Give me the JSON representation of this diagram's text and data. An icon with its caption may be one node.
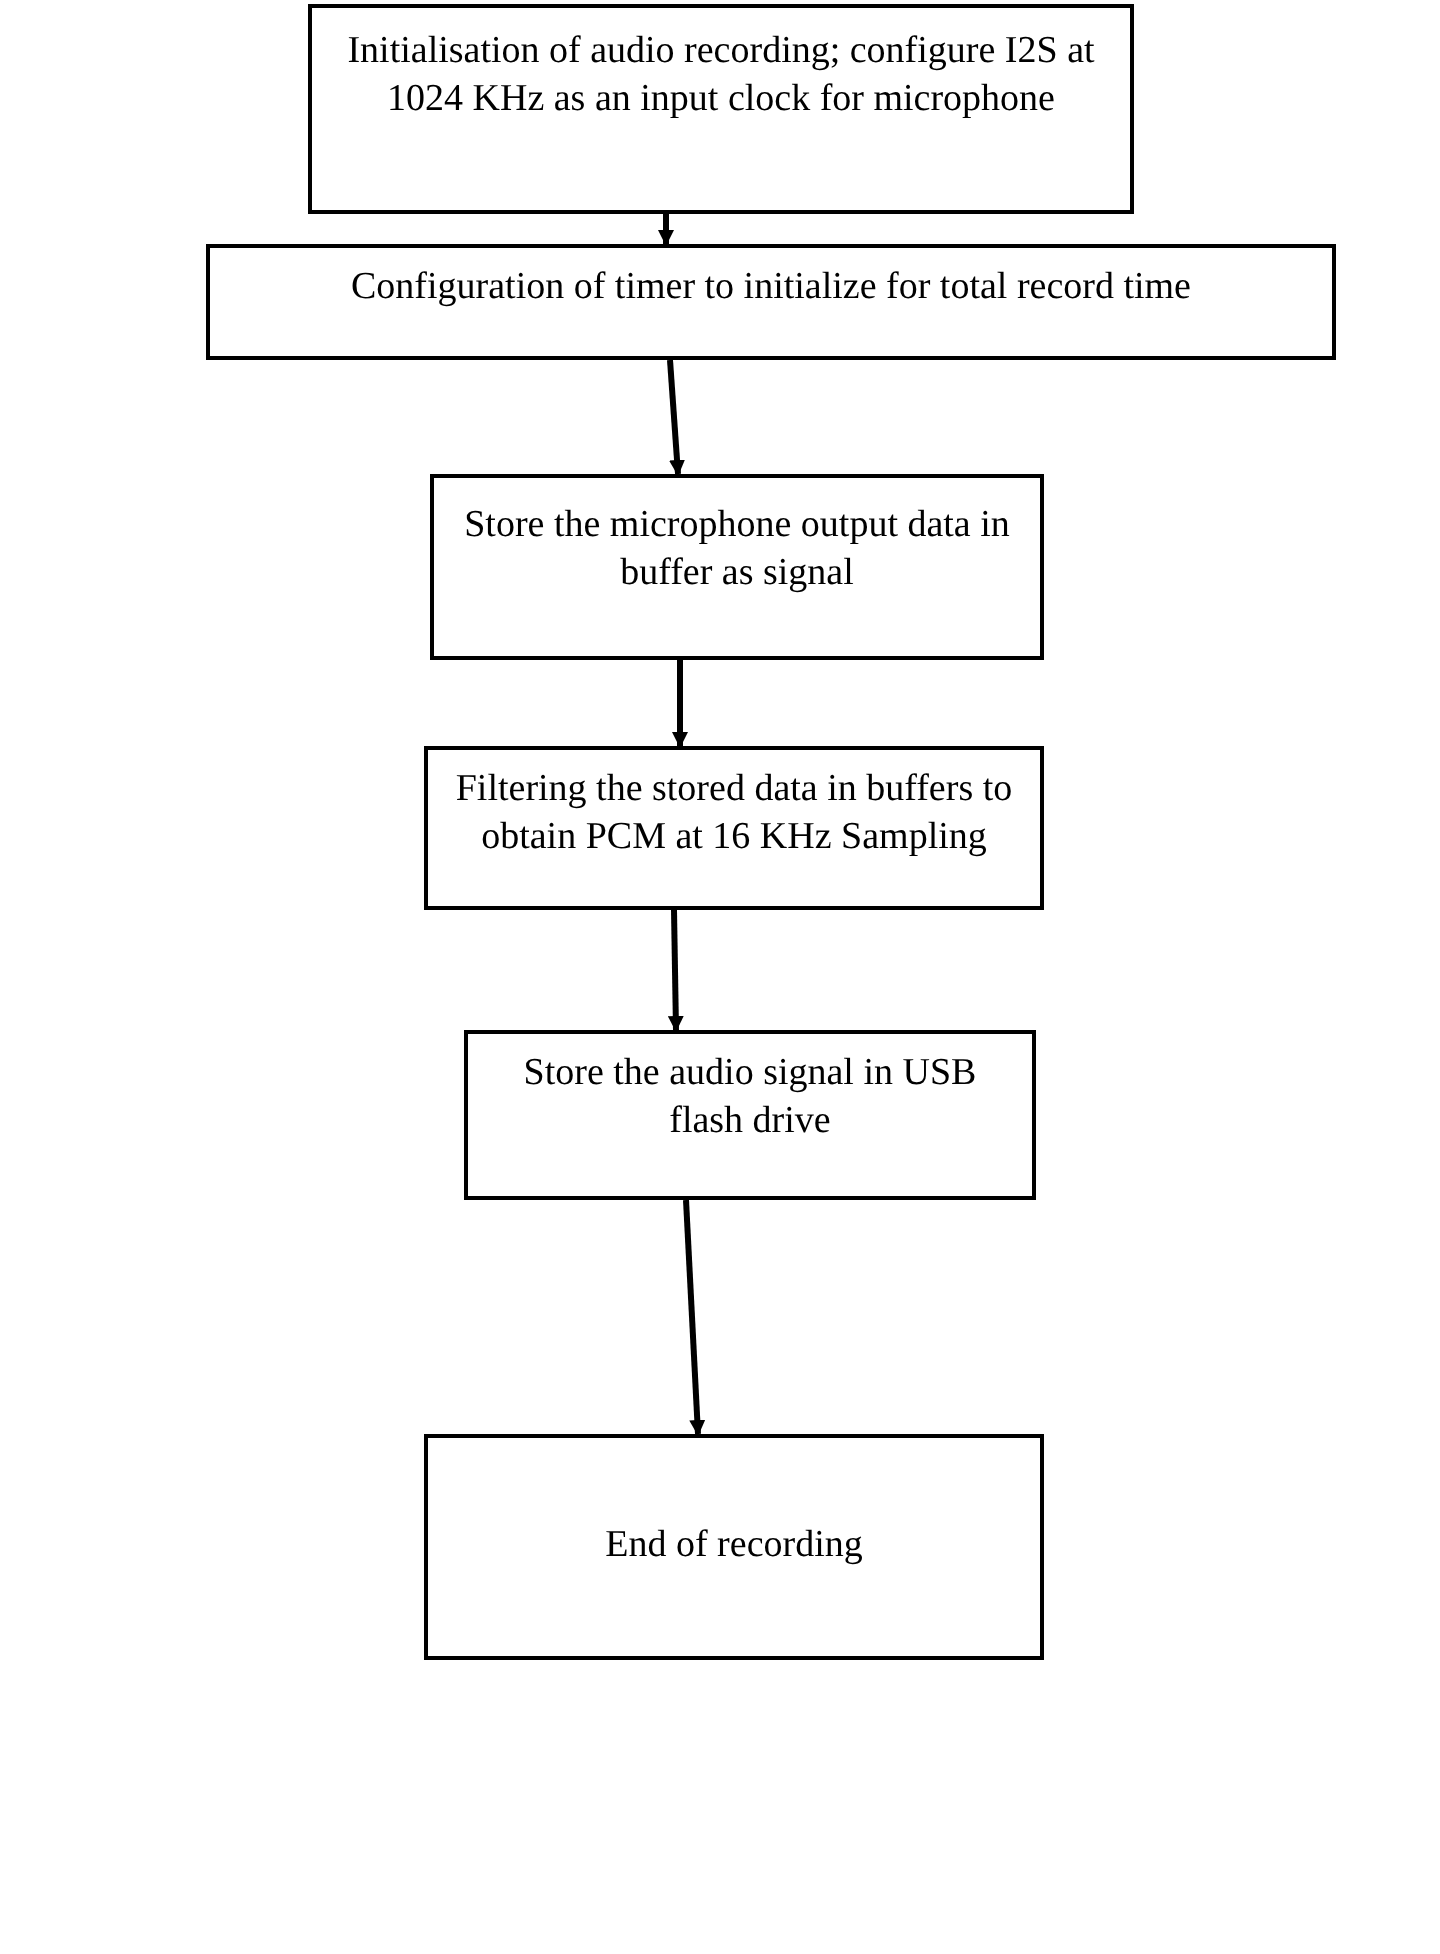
{
  "diagram": {
    "nodes": [
      {
        "text": [
          "Initialisation of audio recording; configure I2S at 1024 KHz as an input clock for microphone"
        ]
      },
      {
        "text": [
          "Configuration of timer to initialize for total record time"
        ]
      },
      {
        "text": [
          "Store the microphone output data in buffer as signal"
        ]
      },
      {
        "text": [
          "Filtering the stored data in buffers to obtain PCM at 16 KHz Sampling"
        ]
      },
      {
        "text": [
          "Store the audio signal in USB flash drive"
        ]
      },
      {
        "text": [
          "End of recording"
        ]
      }
    ],
    "edges": [
      {
        "from": 0,
        "to": 1,
        "arrow": "to"
      },
      {
        "from": 1,
        "to": 2,
        "arrow": "to"
      },
      {
        "from": 2,
        "to": 3,
        "arrow": "to"
      },
      {
        "from": 3,
        "to": 4,
        "arrow": "to"
      },
      {
        "from": 4,
        "to": 5,
        "arrow": "to"
      }
    ]
  }
}
